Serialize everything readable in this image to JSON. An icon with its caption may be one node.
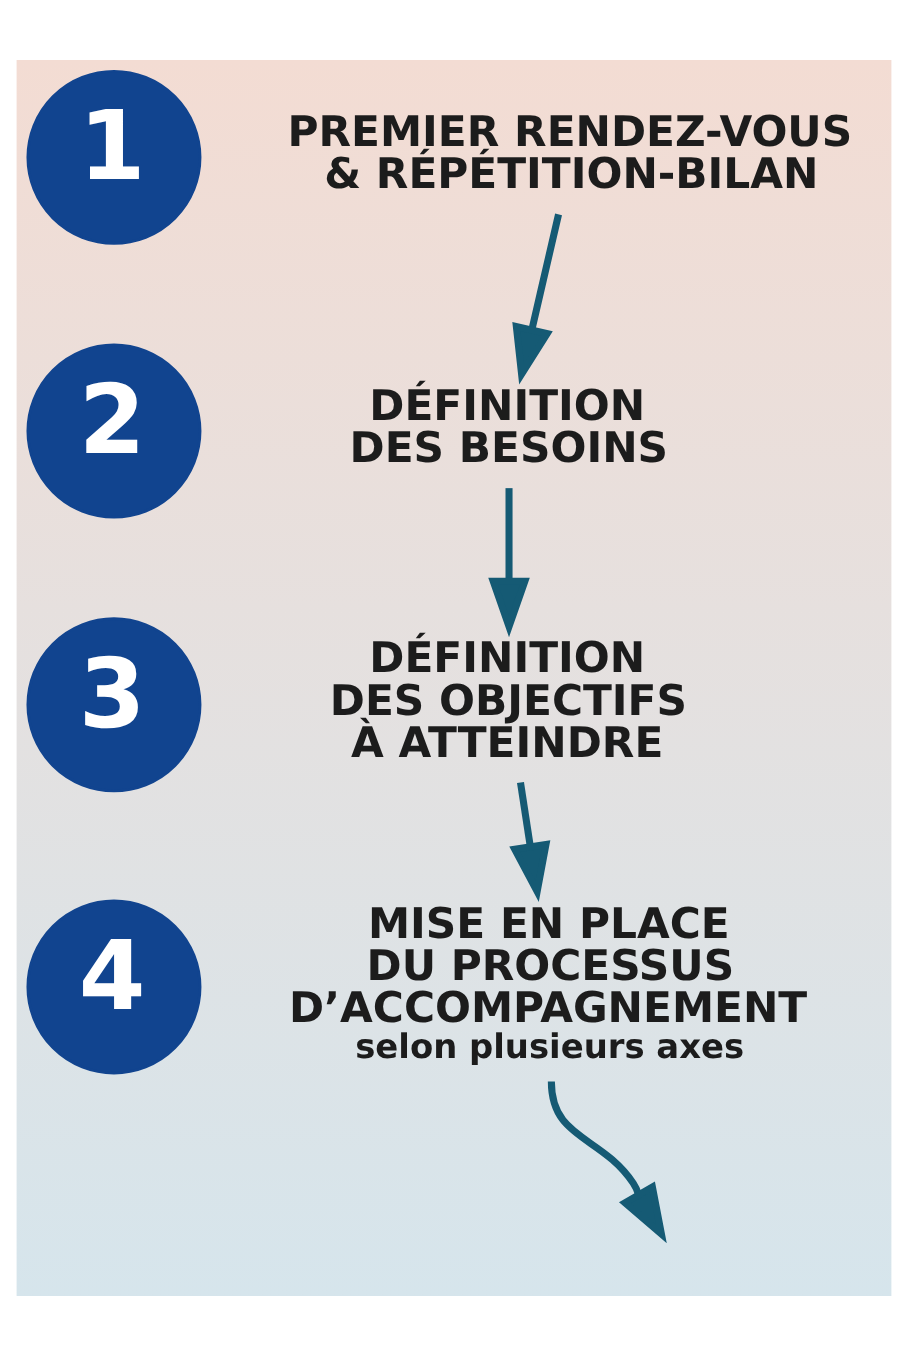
{
  "diagram": {
    "nodes": [
      {
        "text": [
          "1"
        ]
      },
      {
        "text": [
          "PREMIER RENDEZ-VOUS & RÉPÉTITION-BILAN"
        ]
      },
      {
        "text": [
          "2"
        ]
      },
      {
        "text": [
          "DÉFINITION DES BESOINS"
        ]
      },
      {
        "text": [
          "3"
        ]
      },
      {
        "text": [
          "DÉFINITION DES OBJECTIFS À ATTEINDRE"
        ]
      },
      {
        "text": [
          "4"
        ]
      },
      {
        "text": [
          "MISE EN PLACE DU PROCESSUS D’ACCOMPAGNEMENT",
          "selon plusieurs axes"
        ]
      }
    ],
    "edges": [
      {
        "from": 1,
        "to": 3,
        "arrow": "to"
      },
      {
        "from": 3,
        "to": 5,
        "arrow": "to"
      },
      {
        "from": 5,
        "to": 7,
        "arrow": "to"
      },
      {
        "from": 7,
        "to": null,
        "arrow": "to"
      }
    ]
  }
}
